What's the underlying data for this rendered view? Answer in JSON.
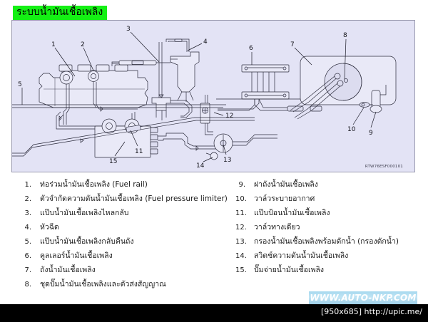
{
  "title": "ระบบน้ำมันเชื้อเพลิง",
  "diagram": {
    "reference_code": "RTW76ESF000101",
    "callouts": [
      "1",
      "2",
      "3",
      "4",
      "5",
      "6",
      "7",
      "8",
      "9",
      "10",
      "11",
      "12",
      "13",
      "14",
      "15"
    ]
  },
  "parts_list": {
    "left": [
      {
        "num": "1.",
        "label": "ท่อร่วมน้ำมันเชื้อเพลิง (Fuel rail)"
      },
      {
        "num": "2.",
        "label": "ตัวจำกัดความดันน้ำมันเชื้อเพลิง (Fuel pressure limiter)"
      },
      {
        "num": "3.",
        "label": "แป๊บน้ำมันเชื้อเพลิงไหลกลับ"
      },
      {
        "num": "4.",
        "label": "หัวฉีด"
      },
      {
        "num": "5.",
        "label": "แป๊บน้ำมันเชื้อเพลิงกลับคืนถัง"
      },
      {
        "num": "6.",
        "label": "คูลเลอร์น้ำมันเชื้อเพลิง"
      },
      {
        "num": "7.",
        "label": "ถังน้ำมันเชื้อเพลิง"
      },
      {
        "num": "8.",
        "label": "ชุดปั๊มน้ำมันเชื้อเพลิงและตัวส่งสัญญาณ"
      }
    ],
    "right": [
      {
        "num": "9.",
        "label": "ฝาถังน้ำมันเชื้อเพลิง"
      },
      {
        "num": "10.",
        "label": "วาล์วระบายอากาศ"
      },
      {
        "num": "11.",
        "label": "แป๊บป้อนน้ำมันเชื้อเพลิง"
      },
      {
        "num": "12.",
        "label": "วาล์วทางเดียว"
      },
      {
        "num": "13.",
        "label": "กรองน้ำมันเชื้อเพลิงพร้อมดักน้ำ (กรองดักน้ำ)"
      },
      {
        "num": "14.",
        "label": "สวิตช์ความดันน้ำมันเชื้อเพลิง"
      },
      {
        "num": "15.",
        "label": "ปั๊มจ่ายน้ำมันเชื้อเพลิง"
      }
    ]
  },
  "watermark": {
    "text": "WWW.AUTO-NKP.COM",
    "color": "#ffffff",
    "background": "#a8d9ef"
  },
  "bottom_bar": {
    "text": "[950x685] http://upic.me/",
    "background": "#000000",
    "color": "#ffffff"
  },
  "colors": {
    "title_highlight": "#14f014",
    "diagram_background": "#e3e3f5",
    "diagram_border": "#9b9bb0"
  }
}
